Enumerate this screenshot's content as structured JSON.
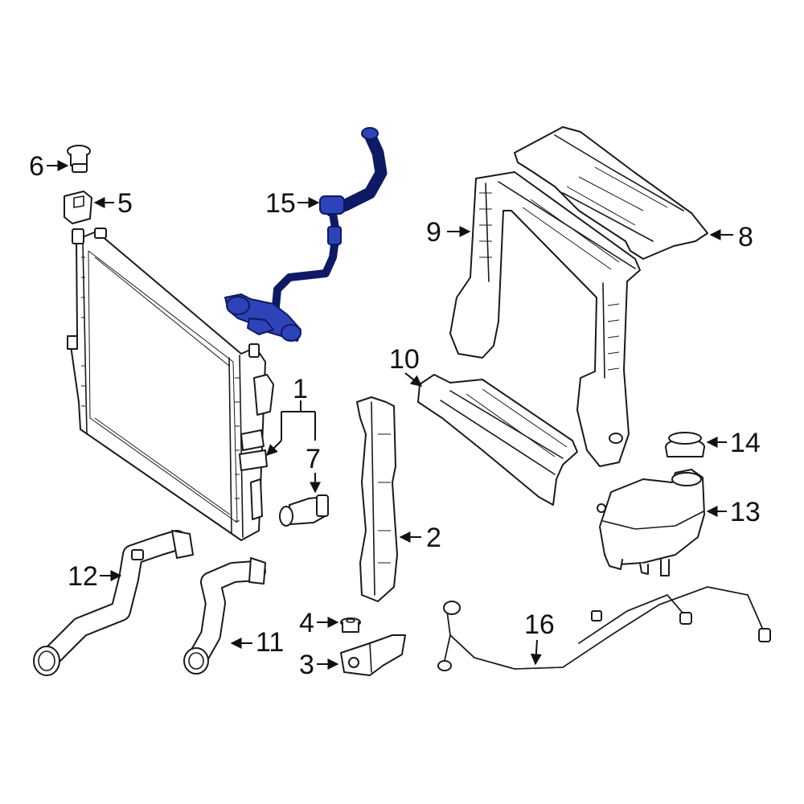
{
  "diagram": {
    "highlight_color": "#2e43b8",
    "highlight_outline": "#0e1a63",
    "line_color": "#1a1a1a",
    "highlighted_part": "15",
    "callouts": {
      "c1": "1",
      "c2": "2",
      "c3": "3",
      "c4": "4",
      "c5": "5",
      "c6": "6",
      "c7": "7",
      "c8": "8",
      "c9": "9",
      "c10": "10",
      "c11": "11",
      "c12": "12",
      "c13": "13",
      "c14": "14",
      "c15": "15",
      "c16": "16"
    }
  }
}
